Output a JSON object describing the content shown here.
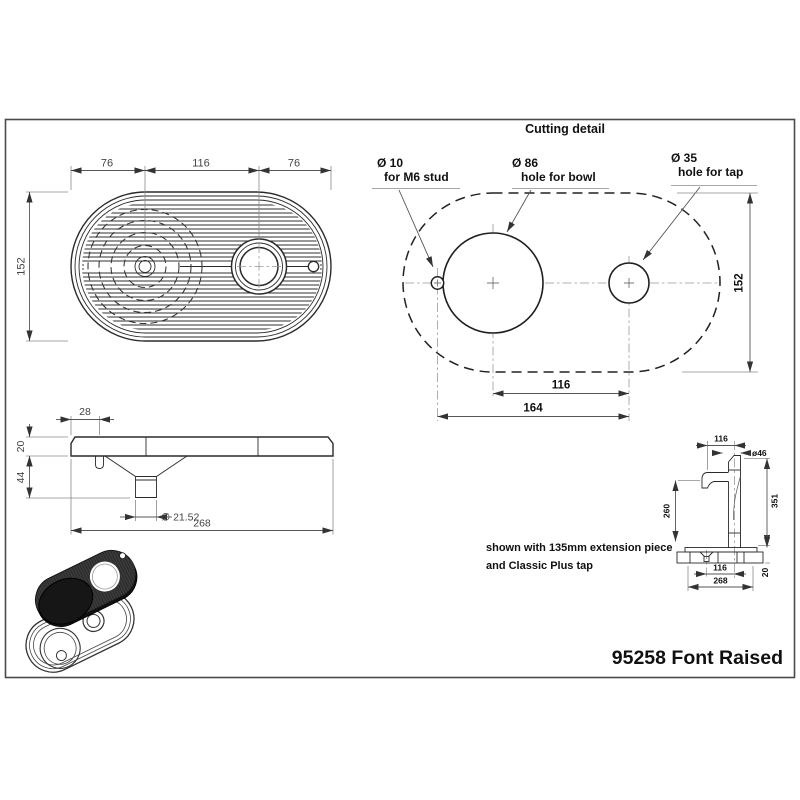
{
  "page": {
    "title": "95258 Font Raised"
  },
  "plan": {
    "dim_left": "76",
    "dim_mid": "116",
    "dim_right": "76",
    "dim_height": "152"
  },
  "cutting": {
    "title": "Cutting detail",
    "stud_dia": "Ø 10",
    "stud_desc": "for M6 stud",
    "bowl_dia": "Ø 86",
    "bowl_desc": "hole for bowl",
    "tap_dia": "Ø 35",
    "tap_desc": "hole for tap",
    "dim_height": "152",
    "dim_bowl_tap": "116",
    "dim_stud_tap": "164"
  },
  "side": {
    "dim_stud_offset": "28",
    "dim_top_thickness": "20",
    "dim_under_depth": "44",
    "dim_waste_dia": "∅ 21.52",
    "dim_length": "268"
  },
  "tap": {
    "note1": "shown with 135mm extension piece",
    "note2": "and Classic Plus tap",
    "dim_top_width": "116",
    "dim_head_dia": "ø46",
    "dim_total_height": "351",
    "dim_spout_height": "260",
    "dim_base_offset": "116",
    "dim_base_height": "20",
    "dim_base_length": "268"
  }
}
